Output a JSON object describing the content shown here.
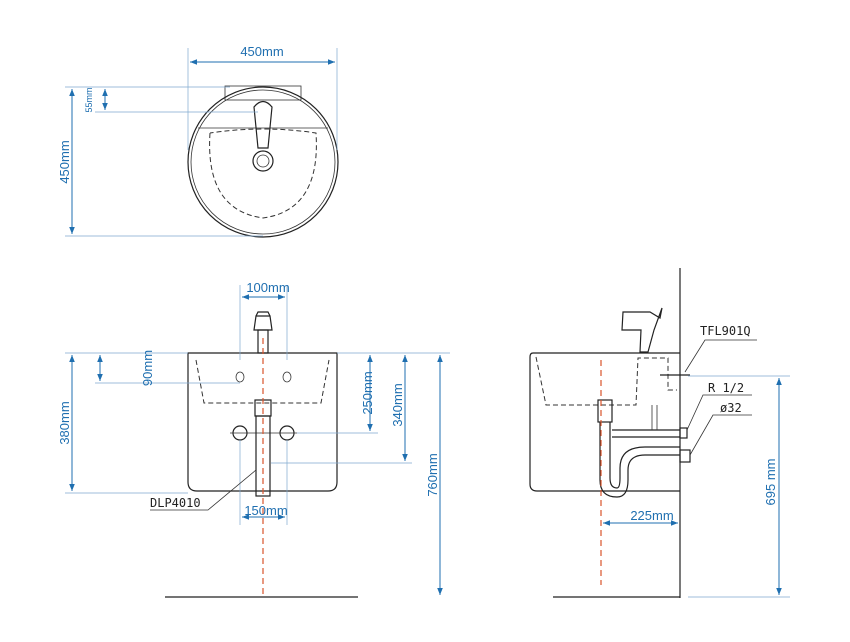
{
  "colors": {
    "dimension": "#1f6fb0",
    "centerline": "#d9542b",
    "line": "#222222"
  },
  "top_view": {
    "width_label": "450mm",
    "depth_label": "450mm",
    "faucet_offset_label": "55mm"
  },
  "front_view": {
    "faucet_spacing_label": "100mm",
    "overflow_label": "90mm",
    "basin_height_label": "380mm",
    "supply_height_label": "250mm",
    "drain_height_label": "340mm",
    "total_height_label": "760mm",
    "supply_spacing_label": "150mm",
    "drain_model_label": "DLP4010"
  },
  "side_view": {
    "faucet_model_label": "TFL901Q",
    "supply_thread_label": "R 1/2",
    "drain_diameter_label": "ø32",
    "wall_offset_label": "225mm",
    "mount_height_label": "695 mm"
  }
}
